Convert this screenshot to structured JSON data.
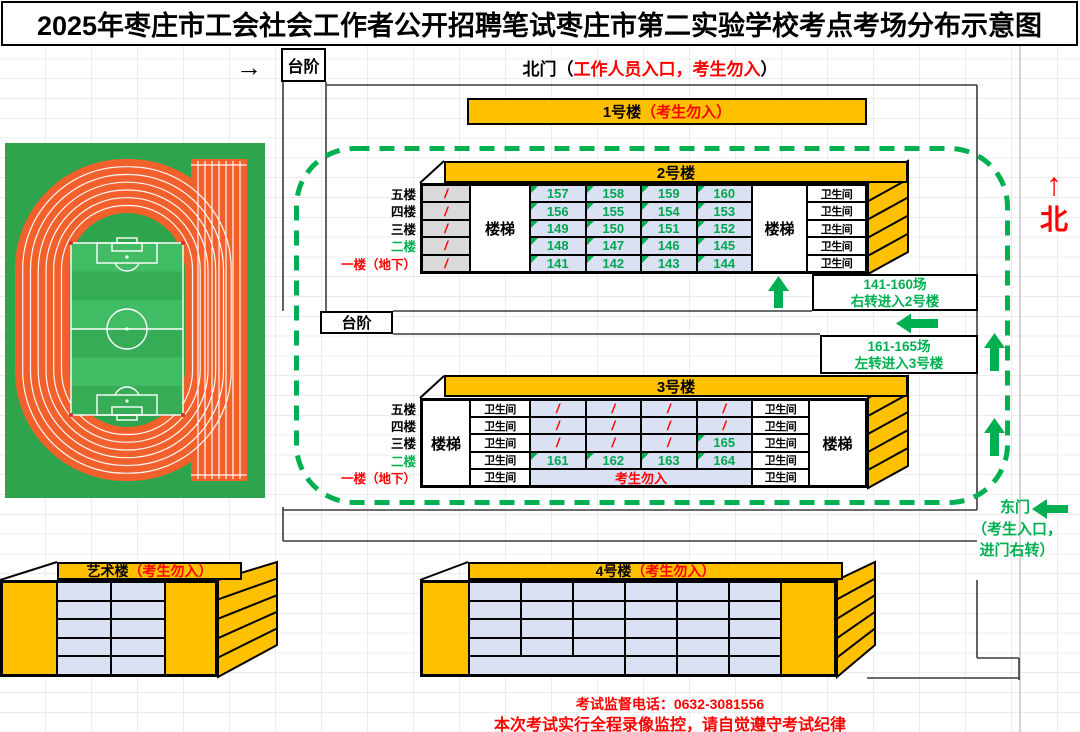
{
  "title": "2025年枣庄市工会社会工作者公开招聘笔试枣庄市第二实验学校考点考场分布示意图",
  "legend": {
    "direction_arrow": "→",
    "north_arrow": "↑",
    "north_label": "北"
  },
  "labels": {
    "stairs_box": "台阶",
    "staircase": "楼梯",
    "toilet": "卫生间",
    "closed": "/"
  },
  "north_gate": {
    "prefix": "北门（",
    "restricted": "工作人员入口，考生勿入",
    "suffix": "）"
  },
  "building1": {
    "name": "1号楼",
    "warning": "（考生勿入）"
  },
  "building2": {
    "name": "2号楼",
    "rooms": [
      [
        "157",
        "158",
        "159",
        "160"
      ],
      [
        "156",
        "155",
        "154",
        "153"
      ],
      [
        "149",
        "150",
        "151",
        "152"
      ],
      [
        "148",
        "147",
        "146",
        "145"
      ],
      [
        "141",
        "142",
        "143",
        "144"
      ]
    ]
  },
  "building3": {
    "name": "3号楼",
    "rooms": [
      [
        "/",
        "/",
        "/",
        "/"
      ],
      [
        "/",
        "/",
        "/",
        "/"
      ],
      [
        "/",
        "/",
        "/",
        "165"
      ],
      [
        "161",
        "162",
        "163",
        "164"
      ]
    ],
    "basement_notice": "考生勿入"
  },
  "floors": [
    {
      "label": "五楼"
    },
    {
      "label": "四楼"
    },
    {
      "label": "三楼"
    },
    {
      "label": "二楼"
    },
    {
      "label": "一楼（地下）"
    }
  ],
  "route_signs": {
    "sign1_line1": "141-160场",
    "sign1_line2": "右转进入2号楼",
    "sign2_line1": "161-165场",
    "sign2_line2": "左转进入3号楼"
  },
  "east_gate": {
    "name": "东门",
    "line2": "（考生入口，",
    "line3": "进门右转）"
  },
  "art_building": {
    "name": "艺术楼",
    "warning": "（考生勿入）"
  },
  "building4": {
    "name": "4号楼",
    "warning": "（考生勿入）"
  },
  "footer": {
    "phone_line": "考试监督电话：0632-3081556",
    "notice_line": "本次考试实行全程录像监控，请自觉遵守考试纪律"
  },
  "colors": {
    "building_orange": "#FFC000",
    "room_blue": "#D9E1F2",
    "closed_gray": "#D9D9D9",
    "accent_green": "#00B050",
    "warning_red": "#FF0000",
    "track_orange": "#F2602C",
    "field_green": "#2EA44D"
  }
}
